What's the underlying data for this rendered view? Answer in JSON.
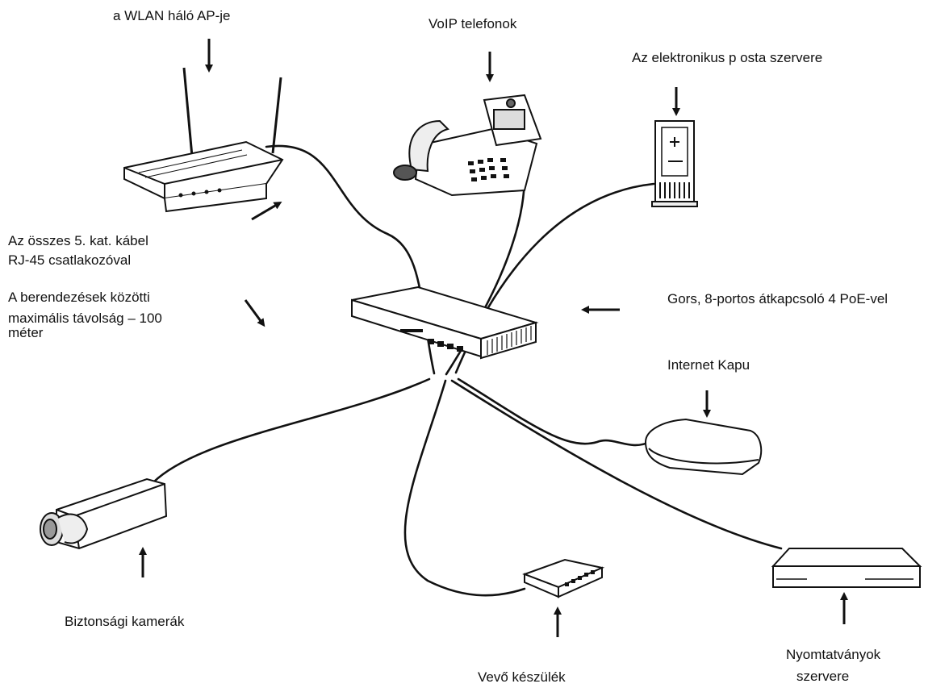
{
  "labels": {
    "wlan_ap": "a WLAN háló AP-je",
    "voip": "VoIP telefonok",
    "email_server": "Az elektronikus p osta szervere",
    "cable_1": "Az összes 5. kat. kábel",
    "cable_2": "RJ-45 csatlakozóval",
    "distance_1": "A berendezések közötti",
    "distance_2": "maximális távolság – 100",
    "distance_3": "méter",
    "switch": "Gors, 8-portos átkapcsoló 4 PoE-vel",
    "gateway": "Internet Kapu",
    "camera": "Biztonsági kamerák",
    "receiver": "Vevő készülék",
    "print_server_1": "Nyomtatványok",
    "print_server_2": "szervere"
  },
  "colors": {
    "ink": "#111111",
    "background": "#ffffff"
  },
  "icons": [
    "wireless-router-icon",
    "voip-phone-icon",
    "email-server-icon",
    "network-switch-icon",
    "internet-gateway-icon",
    "security-camera-icon",
    "receiver-device-icon",
    "print-server-icon",
    "arrow-icon"
  ]
}
